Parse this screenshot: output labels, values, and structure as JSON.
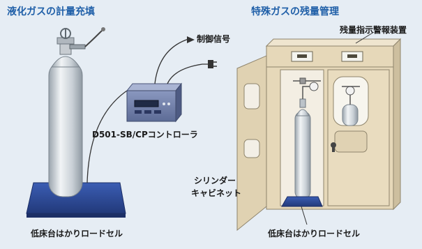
{
  "left_title": "液化ガスの計量充填",
  "right_title": "特殊ガスの残量管理",
  "control_signal_label": "制御信号",
  "controller_label": "D501-SB/CPコントローラ",
  "alarm_label": "残量指示警報装置",
  "cabinet_label_line1": "シリンダー",
  "cabinet_label_line2": "キャビネット",
  "left_loadcell_label": "低床台はかりロードセル",
  "right_loadcell_label": "低床台はかりロードセル",
  "colors": {
    "title": "#1f5fa8",
    "background": "#e6edf4",
    "platform": "#2f4fa0",
    "controller": "#6f7fa8",
    "cabinet": "#e8dcc3",
    "cylinder": "#d7dde2"
  }
}
